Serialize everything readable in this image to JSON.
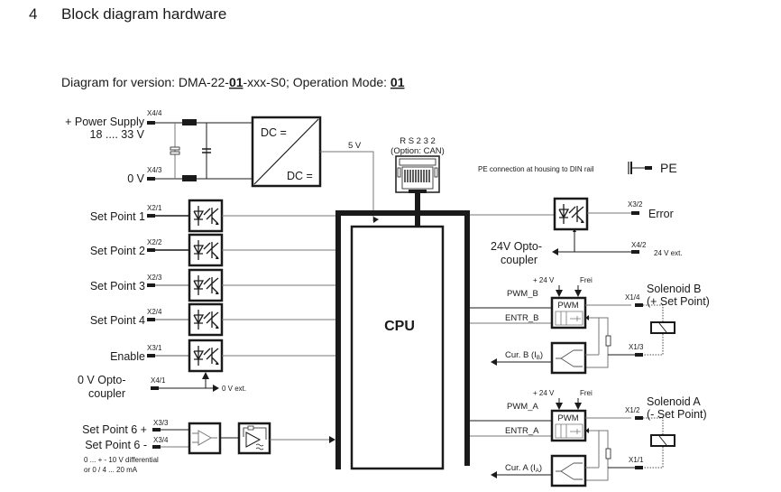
{
  "section": {
    "number": "4",
    "title": "Block diagram hardware"
  },
  "subtitle": {
    "prefix": "Diagram for version: DMA-22-",
    "version_code": "01",
    "middle": "-xxx-S0; Operation Mode: ",
    "mode": "01"
  },
  "power_supply": {
    "label_line1": "+ Power Supply",
    "label_line2": "18 .... 33 V",
    "ground_label": "0 V",
    "terminal_plus": "X4/4",
    "terminal_ground": "X4/3",
    "converter_in": "DC =",
    "converter_out": "DC =",
    "rail_label": "5 V"
  },
  "interface": {
    "line1": "R S 2 3 2",
    "line2": "(Option: CAN)",
    "icon": "rj45-connector-icon"
  },
  "pe": {
    "note": "PE connection at housing to DIN rail",
    "label": "PE",
    "icon": "ground-icon"
  },
  "inputs": [
    {
      "label": "Set Point 1",
      "terminal": "X2/1"
    },
    {
      "label": "Set Point 2",
      "terminal": "X2/2"
    },
    {
      "label": "Set Point 3",
      "terminal": "X2/3"
    },
    {
      "label": "Set Point 4",
      "terminal": "X2/4"
    },
    {
      "label": "Enable",
      "terminal": "X3/1"
    }
  ],
  "opto_ground": {
    "line1": "0 V Opto-",
    "line2": "coupler",
    "terminal": "X4/1",
    "ext": "0 V ext."
  },
  "analog_input": {
    "plus_label": "Set Point 6 +",
    "minus_label": "Set Point 6 -",
    "plus_terminal": "X3/3",
    "minus_terminal": "X3/4",
    "note_line1": "0 ... + - 10 V differential",
    "note_line2": "or 0 / 4  ... 20 mA"
  },
  "cpu": {
    "label": "CPU"
  },
  "error_output": {
    "terminal": "X3/2",
    "label": "Error"
  },
  "opto_supply": {
    "line1": "24V Opto-",
    "line2": "coupler",
    "terminal": "X4/2",
    "ext": "24 V ext."
  },
  "channels": [
    {
      "pwm_signal": "PWM_B",
      "entr_signal": "ENTR_B",
      "supply": "+ 24 V",
      "free": "Frei",
      "pwm_label": "PWM",
      "current": "Cur. B (I",
      "current_sub": "B",
      "current_end": ")",
      "solenoid_line1": "Solenoid B",
      "solenoid_line2": "(+ Set Point)",
      "terminal_top": "X1/4",
      "terminal_bottom": "X1/3"
    },
    {
      "pwm_signal": "PWM_A",
      "entr_signal": "ENTR_A",
      "supply": "+ 24 V",
      "free": "Frei",
      "pwm_label": "PWM",
      "current": "Cur.  A (I",
      "current_sub": "A",
      "current_end": ")",
      "solenoid_line1": "Solenoid A",
      "solenoid_line2": "(- Set Point)",
      "terminal_top": "X1/2",
      "terminal_bottom": "X1/1"
    }
  ]
}
